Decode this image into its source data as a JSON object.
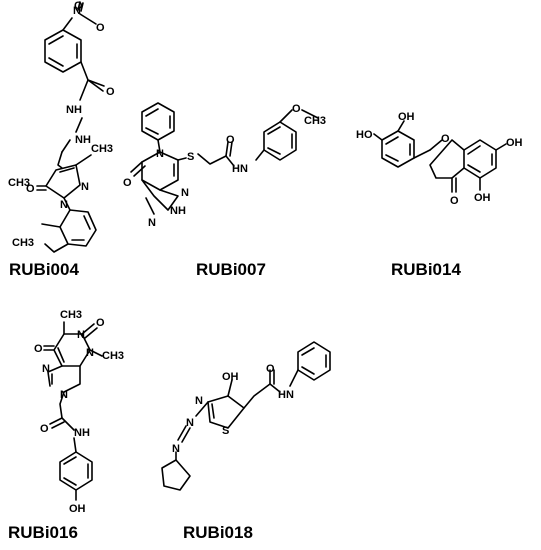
{
  "compounds": [
    {
      "id": "RUBi004",
      "name": "RUBi004",
      "atoms": [
        "N",
        "O",
        "O",
        "NH",
        "NH",
        "O",
        "N",
        "N",
        "CH3",
        "CH3",
        "CH3"
      ]
    },
    {
      "id": "RUBi007",
      "name": "RUBi007",
      "atoms": [
        "N",
        "S",
        "N",
        "O",
        "N",
        "NH",
        "O",
        "HN",
        "O",
        "CH3"
      ]
    },
    {
      "id": "RUBi014",
      "name": "RUBi014",
      "atoms": [
        "HO",
        "OH",
        "O",
        "OH",
        "O",
        "OH"
      ]
    },
    {
      "id": "RUBi016",
      "name": "RUBi016",
      "atoms": [
        "CH3",
        "O",
        "N",
        "O",
        "N",
        "CH3",
        "N",
        "N",
        "O",
        "NH",
        "OH"
      ]
    },
    {
      "id": "RUBi018",
      "name": "RUBi018",
      "atoms": [
        "OH",
        "O",
        "N",
        "HN",
        "N",
        "S",
        "N"
      ]
    }
  ]
}
